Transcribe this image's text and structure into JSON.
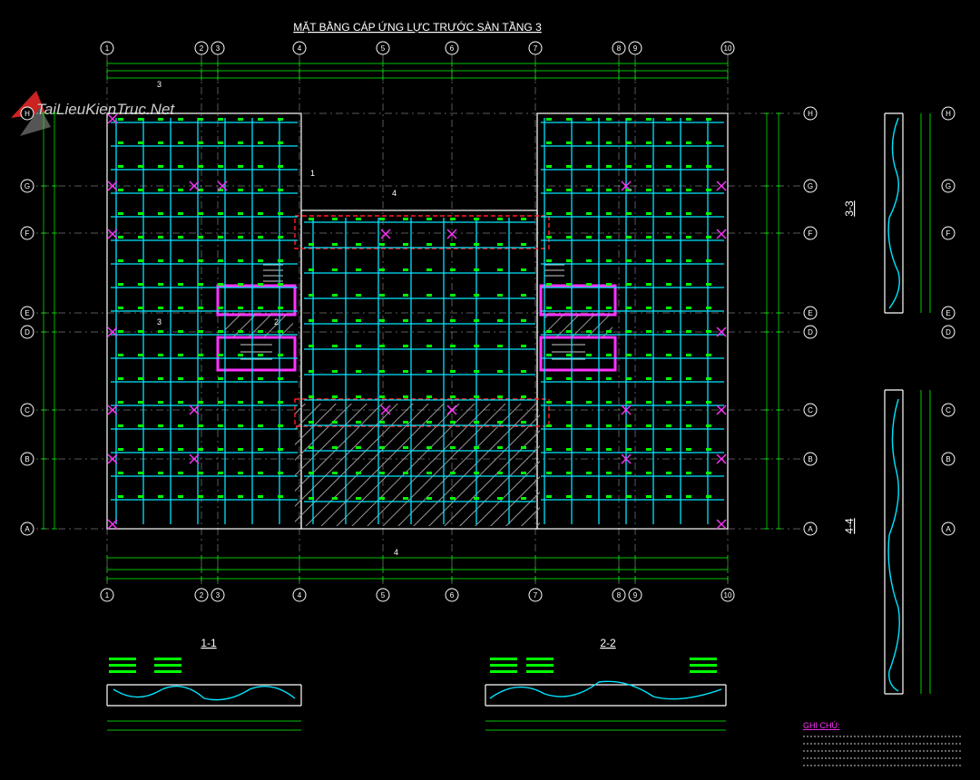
{
  "drawing": {
    "title": "MẶT BẰNG  CÁP ỨNG LỰC TRƯỚC SÀN TẦNG 3",
    "watermark": "TaiLieuKienTruc.Net",
    "axes_columns": [
      "1",
      "2",
      "3",
      "4",
      "5",
      "6",
      "7",
      "8",
      "9",
      "10"
    ],
    "axes_rows": [
      "H",
      "G",
      "F",
      "E",
      "D",
      "C",
      "B",
      "A"
    ],
    "section_marks": [
      "1",
      "2",
      "3",
      "4"
    ],
    "sections": {
      "s11": "1-1",
      "s22": "2-2",
      "s33": "3-3",
      "s44": "4-4"
    },
    "notes_title": "GHI CHÚ:"
  },
  "colors": {
    "background": "#000000",
    "beam": "#00e5ff",
    "dims": "#00ff00",
    "tendon": "#ff0000",
    "wall": "#ff33ff",
    "frame": "#ffffff",
    "hatch": "#bbbbbb",
    "label": "#ffff00"
  }
}
